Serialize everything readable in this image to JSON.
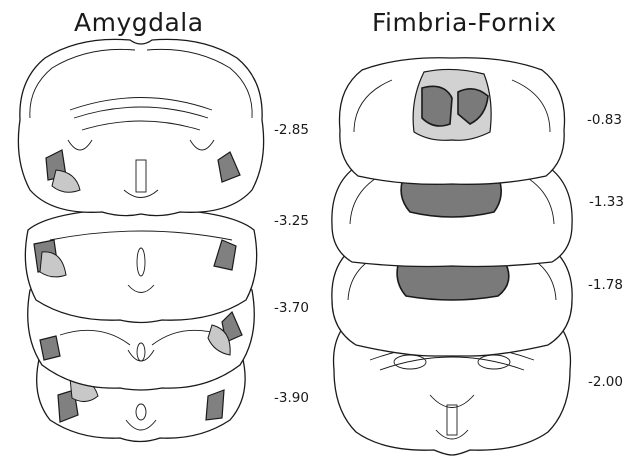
{
  "panels": {
    "left": {
      "title": "Amygdala",
      "coordinates": [
        "-2.85",
        "-3.25",
        "-3.70",
        "-3.90"
      ]
    },
    "right": {
      "title": "Fimbria-Fornix",
      "coordinates": [
        "-0.83",
        "-1.33",
        "-1.78",
        "-2.00"
      ]
    }
  },
  "colors": {
    "outline": "#1a1a1a",
    "lesion_dark": "#808080",
    "lesion_light": "#c8c8c8"
  }
}
